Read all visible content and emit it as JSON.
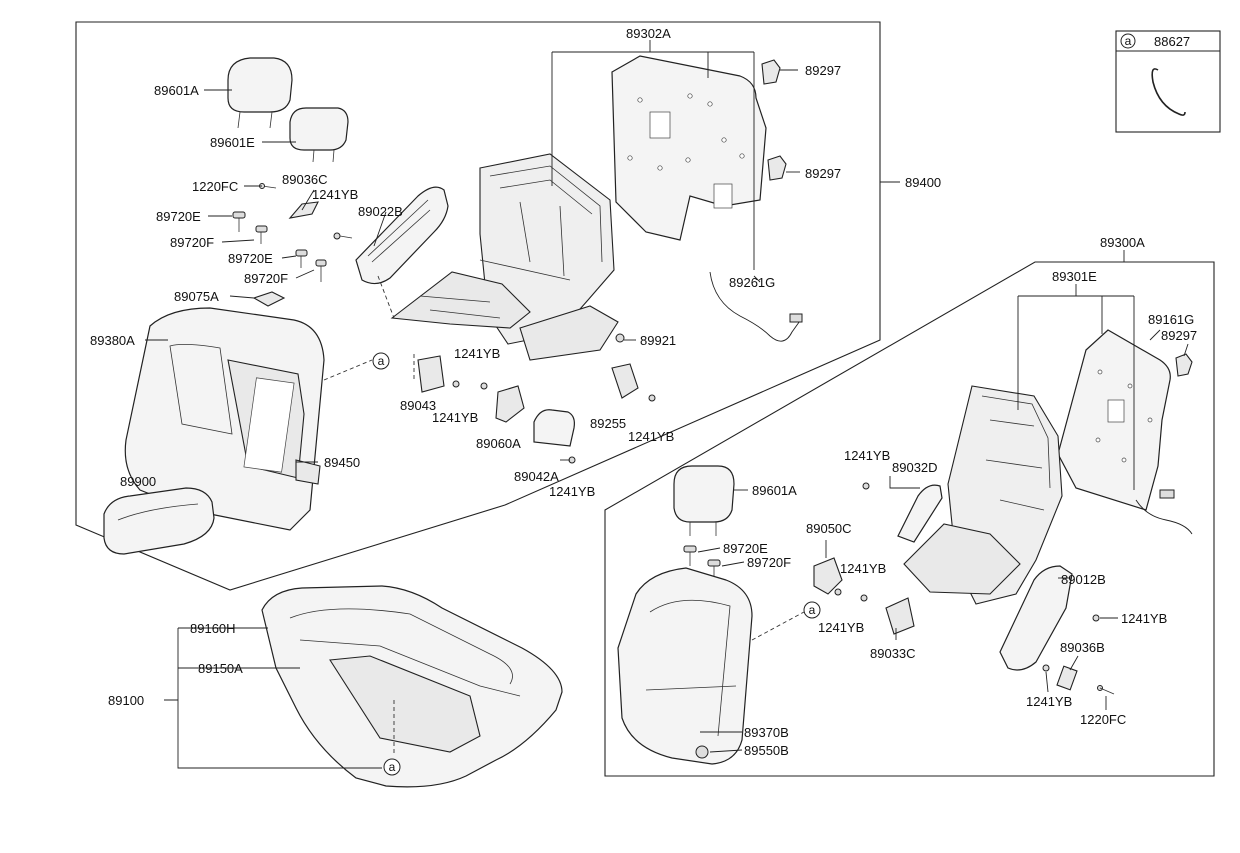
{
  "diagram": {
    "part_labels": {
      "p89302A": "89302A",
      "p89297_a": "89297",
      "p89297_b": "89297",
      "p89400": "89400",
      "p89601A_a": "89601A",
      "p89601E": "89601E",
      "p1220FC_a": "1220FC",
      "p89036C": "89036C",
      "p1241YB_a": "1241YB",
      "p89022B": "89022B",
      "p89720E_a": "89720E",
      "p89720F_a": "89720F",
      "p89720E_b": "89720E",
      "p89720F_b": "89720F",
      "p89261G": "89261G",
      "p89075A": "89075A",
      "p89380A": "89380A",
      "p89921": "89921",
      "p1241YB_b": "1241YB",
      "p89043": "89043",
      "p1241YB_c": "1241YB",
      "p89255": "89255",
      "p1241YB_d": "1241YB",
      "p89060A": "89060A",
      "p89450": "89450",
      "p89042A": "89042A",
      "p1241YB_e": "1241YB",
      "p89900": "89900",
      "p89300A": "89300A",
      "p89301E": "89301E",
      "p89161G": "89161G",
      "p89297_c": "89297",
      "p1241YB_f": "1241YB",
      "p89032D": "89032D",
      "p89601A_b": "89601A",
      "p89050C": "89050C",
      "p89720E_c": "89720E",
      "p89720F_c": "89720F",
      "p1241YB_g": "1241YB",
      "p89012B": "89012B",
      "p1241YB_h": "1241YB",
      "p1241YB_i": "1241YB",
      "p89033C": "89033C",
      "p89036B": "89036B",
      "p1241YB_j": "1241YB",
      "p1220FC_b": "1220FC",
      "p89370B": "89370B",
      "p89550B": "89550B",
      "p89160H": "89160H",
      "p89150A": "89150A",
      "p89100": "89100"
    },
    "callout_marker": "a",
    "legend": {
      "marker": "a",
      "part": "88627"
    },
    "colors": {
      "line": "#222222",
      "fill": "#f4f4f4",
      "background": "#ffffff"
    }
  }
}
